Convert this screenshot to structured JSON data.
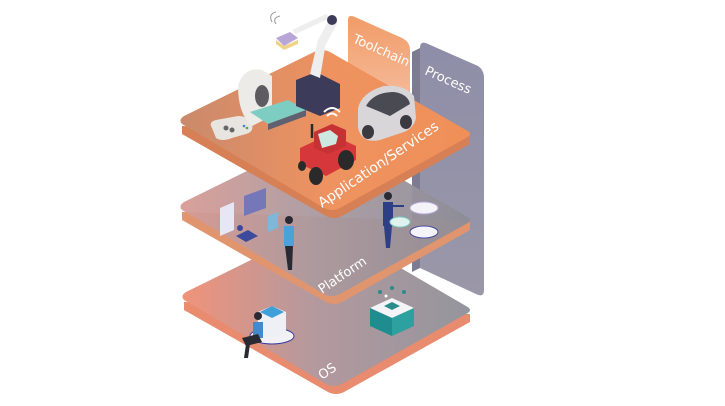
{
  "diagram": {
    "type": "isometric-layer-stack",
    "layers": [
      {
        "id": "application",
        "label": "Application/Services",
        "color": "#ee8f5c",
        "items": [
          "game-controller",
          "mri-scanner",
          "robot-arm",
          "tractor",
          "autonomous-car"
        ]
      },
      {
        "id": "platform",
        "label": "Platform",
        "color": "#a89aa3",
        "items": [
          "person-with-screens",
          "person-presenting",
          "data-discs"
        ]
      },
      {
        "id": "os",
        "label": "OS",
        "color": "#9aa0a8",
        "items": [
          "person-with-laptop",
          "chip-server"
        ]
      }
    ],
    "side_panels": [
      {
        "id": "toolchain",
        "label": "Toolchain",
        "color": "#ef8d58"
      },
      {
        "id": "process",
        "label": "Process",
        "color": "#8e8ea8"
      }
    ]
  }
}
